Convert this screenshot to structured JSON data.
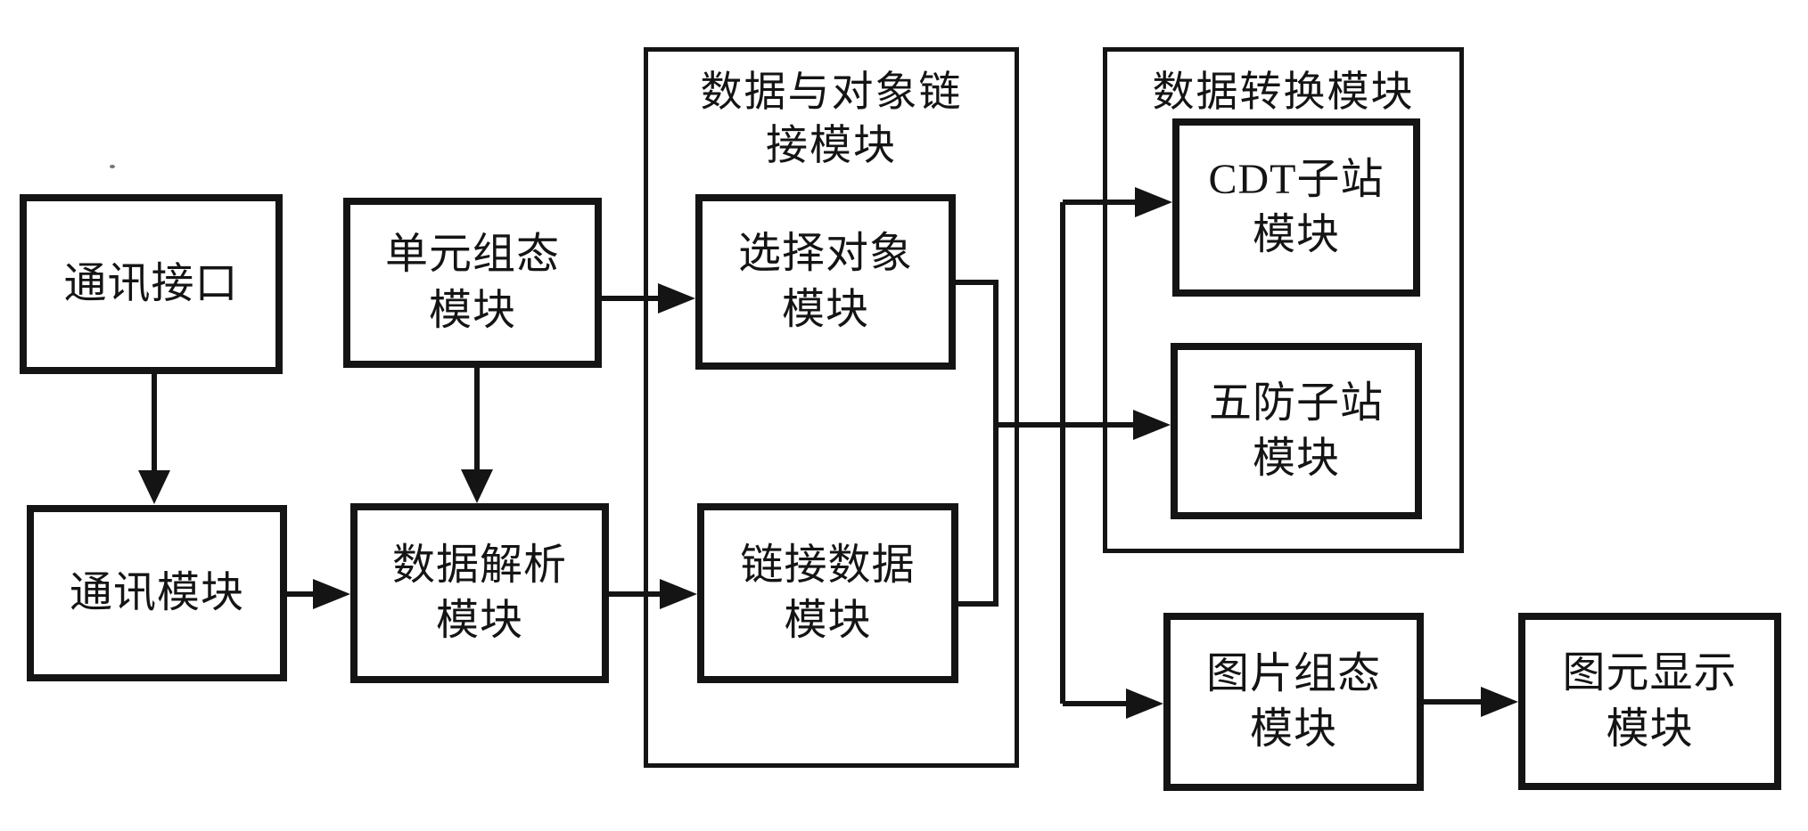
{
  "diagram": {
    "type": "block-flow-diagram",
    "colors": {
      "ink": "#141414",
      "background": "#ffffff"
    },
    "nodes": {
      "comm_interface": {
        "lines": [
          "通讯接口"
        ]
      },
      "comm_module": {
        "lines": [
          "通讯模块"
        ]
      },
      "unit_config": {
        "lines": [
          "单元组态",
          "模块"
        ]
      },
      "data_parse": {
        "lines": [
          "数据解析",
          "模块"
        ]
      },
      "select_object": {
        "lines": [
          "选择对象",
          "模块"
        ]
      },
      "link_data": {
        "lines": [
          "链接数据",
          "模块"
        ]
      },
      "cdt_sub": {
        "lines": [
          "CDT子站",
          "模块"
        ]
      },
      "wufang_sub": {
        "lines": [
          "五防子站",
          "模块"
        ]
      },
      "pic_config": {
        "lines": [
          "图片组态",
          "模块"
        ]
      },
      "element_display": {
        "lines": [
          "图元显示",
          "模块"
        ]
      }
    },
    "containers": {
      "link_module": {
        "title_lines": [
          "数据与对象链",
          "接模块"
        ],
        "title": "数据与对象链接模块"
      },
      "convert_module": {
        "title_lines": [
          "数据转换模块"
        ],
        "title": "数据转换模块"
      }
    },
    "edges": [
      {
        "from": "通讯接口",
        "to": "通讯模块"
      },
      {
        "from": "通讯模块",
        "to": "数据解析模块"
      },
      {
        "from": "单元组态模块",
        "to": "数据解析模块"
      },
      {
        "from": "单元组态模块",
        "to": "选择对象模块"
      },
      {
        "from": "数据解析模块",
        "to": "链接数据模块"
      },
      {
        "from": "选择对象模块",
        "to": "汇接点"
      },
      {
        "from": "链接数据模块",
        "to": "汇接点"
      },
      {
        "from": "汇接点",
        "to": "CDT子站模块"
      },
      {
        "from": "汇接点",
        "to": "五防子站模块"
      },
      {
        "from": "汇接点",
        "to": "图片组态模块"
      },
      {
        "from": "图片组态模块",
        "to": "图元显示模块"
      }
    ]
  }
}
